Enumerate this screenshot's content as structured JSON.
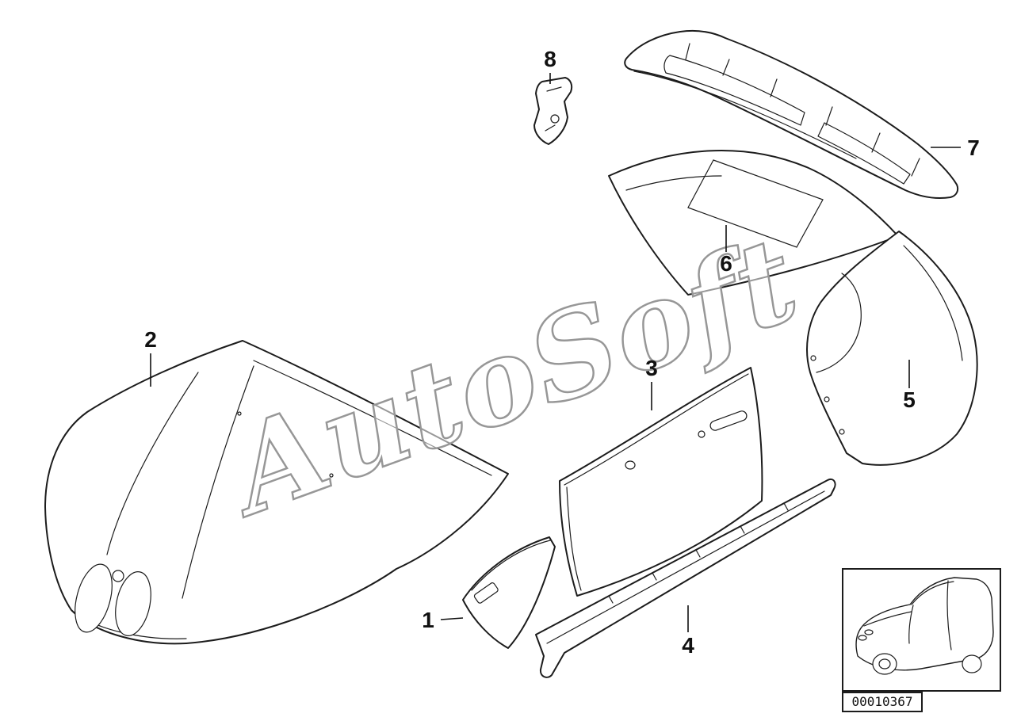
{
  "page": {
    "background_color": "#ffffff",
    "line_color": "#1c1c1c"
  },
  "watermark": {
    "text": "AutoSoft",
    "stroke_color": "#979797"
  },
  "callouts": [
    {
      "label": "1"
    },
    {
      "label": "2"
    },
    {
      "label": "3"
    },
    {
      "label": "4"
    },
    {
      "label": "5"
    },
    {
      "label": "6"
    },
    {
      "label": "7"
    },
    {
      "label": "8"
    }
  ],
  "thumbnail": {
    "icon": "car-three-quarter-view-icon",
    "code": "00010367"
  }
}
